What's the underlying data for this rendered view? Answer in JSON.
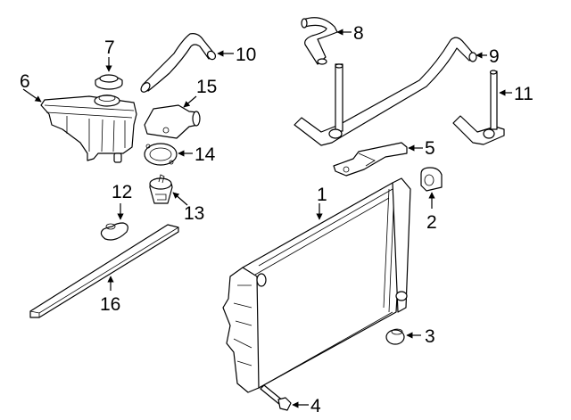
{
  "diagram": {
    "type": "exploded parts diagram",
    "subject": "Engine cooling system (radiator, reservoir, hoses, thermostat)",
    "background_color": "#ffffff",
    "line_color": "#000000",
    "callouts": [
      {
        "id": "1",
        "label": "1",
        "part": "radiator"
      },
      {
        "id": "2",
        "label": "2",
        "part": "upper-insulator"
      },
      {
        "id": "3",
        "label": "3",
        "part": "lower-insulator"
      },
      {
        "id": "4",
        "label": "4",
        "part": "drain-plug"
      },
      {
        "id": "5",
        "label": "5",
        "part": "bracket"
      },
      {
        "id": "6",
        "label": "6",
        "part": "coolant-reservoir"
      },
      {
        "id": "7",
        "label": "7",
        "part": "reservoir-cap"
      },
      {
        "id": "8",
        "label": "8",
        "part": "hose"
      },
      {
        "id": "9",
        "label": "9",
        "part": "lower-hose"
      },
      {
        "id": "10",
        "label": "10",
        "part": "upper-hose"
      },
      {
        "id": "11",
        "label": "11",
        "part": "bypass-hose"
      },
      {
        "id": "12",
        "label": "12",
        "part": "small-hose"
      },
      {
        "id": "13",
        "label": "13",
        "part": "thermostat"
      },
      {
        "id": "14",
        "label": "14",
        "part": "gasket"
      },
      {
        "id": "15",
        "label": "15",
        "part": "water-outlet"
      },
      {
        "id": "16",
        "label": "16",
        "part": "seal-strip"
      }
    ]
  }
}
